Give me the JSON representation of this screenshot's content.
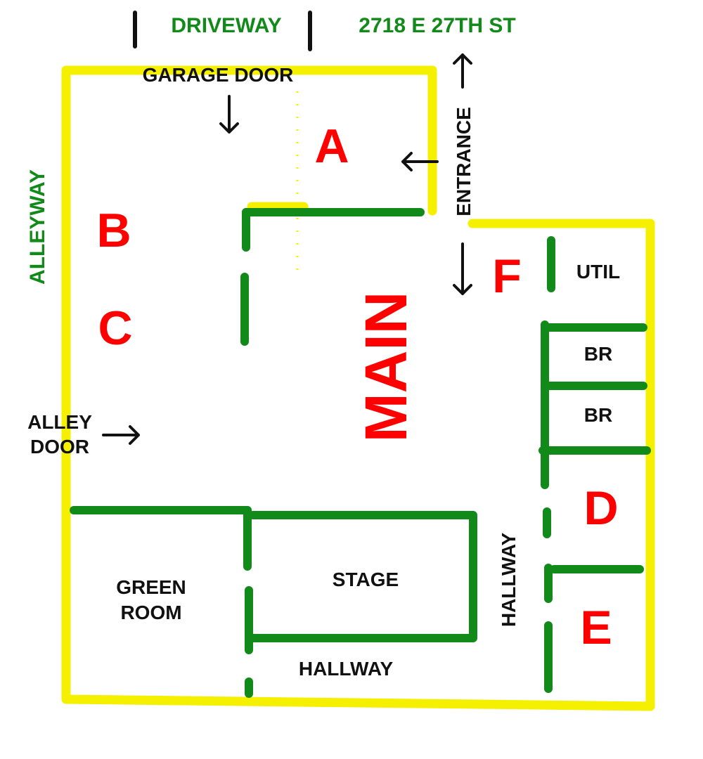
{
  "street": {
    "driveway": "DRIVEWAY",
    "address": "2718 E 27TH ST",
    "alleyway": "ALLEYWAY"
  },
  "doors": {
    "garage": "GARAGE DOOR",
    "entrance": "ENTRANCE",
    "alley_line1": "ALLEY",
    "alley_line2": "DOOR"
  },
  "rooms": {
    "a": "A",
    "b": "B",
    "c": "C",
    "d": "D",
    "e": "E",
    "f": "F",
    "main": "MAIN",
    "util": "UTIL",
    "br1": "BR",
    "br2": "BR",
    "green_room_line1": "GREEN",
    "green_room_line2": "ROOM",
    "stage": "STAGE",
    "hallway_bottom": "HALLWAY",
    "hallway_side": "HALLWAY"
  },
  "colors": {
    "outer_wall": "#f4f000",
    "inner_wall": "#118a1a",
    "room_letters": "#ff0000",
    "street_labels": "#118a1a",
    "labels": "#111111"
  }
}
